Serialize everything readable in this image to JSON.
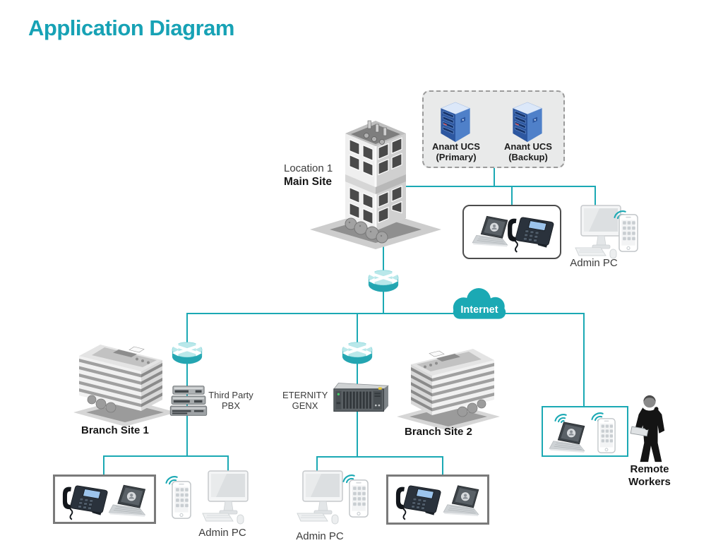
{
  "title": "Application Diagram",
  "colors": {
    "accent": "#1ba9b4",
    "title": "#17a2b5",
    "label_dark": "#1c1c1c",
    "label_gray": "#3c3c3c"
  },
  "icons": {
    "building-icon": "isometric gray office building",
    "server-icon": "blue tower server",
    "router-icon": "teal cylinder with crossing arrows",
    "internet-cloud-icon": "teal cloud",
    "laptop-icon": "open laptop",
    "desk-phone-icon": "black IP desk phone",
    "desktop-pc-icon": "monitor with keyboard and mouse",
    "smartphone-icon": "white smartphone",
    "wifi-icon": "teal wireless signal arcs",
    "person-icon": "remote worker silhouette with laptop"
  },
  "main_site": {
    "line1": "Location 1",
    "line2": "Main Site"
  },
  "servers": {
    "primary": {
      "name": "Anant UCS",
      "role": "(Primary)"
    },
    "backup": {
      "name": "Anant UCS",
      "role": "(Backup)"
    }
  },
  "internet": {
    "label": "Internet"
  },
  "admin_pc_main": {
    "label": "Admin PC"
  },
  "branch1": {
    "label": "Branch Site 1",
    "pbx_line1": "Third Party",
    "pbx_line2": "PBX",
    "admin_pc": "Admin PC"
  },
  "branch2": {
    "label": "Branch Site 2",
    "gateway_line1": "ETERNITY",
    "gateway_line2": "GENX",
    "admin_pc": "Admin PC"
  },
  "remote_workers": {
    "line1": "Remote",
    "line2": "Workers"
  }
}
